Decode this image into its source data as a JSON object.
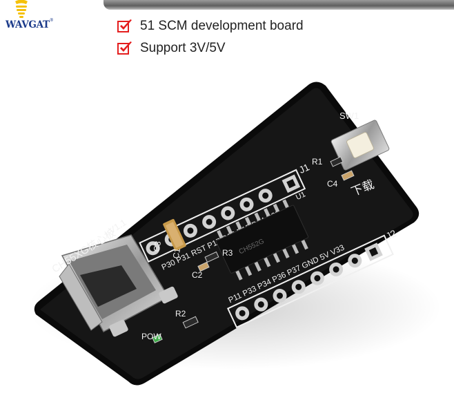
{
  "brand": {
    "name": "WAVGAT",
    "mark": "®"
  },
  "features": [
    {
      "text": "51 SCM development board",
      "icon": "red-checkmark"
    },
    {
      "text": "Support 3V/5V",
      "icon": "red-checkmark"
    }
  ],
  "board": {
    "name_label": "CH55XG核心板",
    "version": "V1.1",
    "header_j1": "J1",
    "header_j2": "J2",
    "switch_label": "SW1",
    "download_label": "下载",
    "top_pins": "P30 P31 RST P17 P16 P15 P14 P32",
    "bottom_pins": "P11 P33 P34 P36 P37 GND 5V V33",
    "chip_label": "U1",
    "chip_marking": "CH552G",
    "r1": "R1",
    "r2": "R2",
    "r3": "R3",
    "c1": "C1",
    "c2": "C2",
    "c3": "C3",
    "c4": "C4",
    "pow_label": "POW",
    "colors": {
      "pcb": "#131313",
      "silkscreen": "#f2f2f2",
      "pad": "#c9c9c9",
      "check": "#e41d1d"
    }
  }
}
